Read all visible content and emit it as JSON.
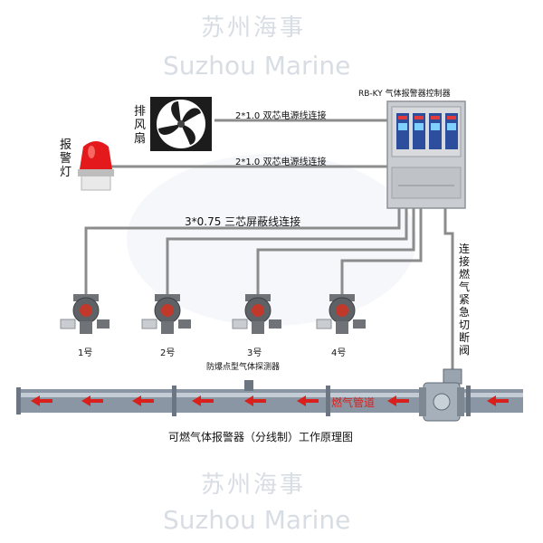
{
  "watermark": {
    "cn": "苏州海事",
    "en": "Suzhou Marine"
  },
  "controller": {
    "title": "RB-KY 气体报警器控制器"
  },
  "fan": {
    "label": "排风扇"
  },
  "alarm_light": {
    "label": "报警灯"
  },
  "cables": {
    "fan_line": "2*1.0 双芯电源线连接",
    "light_line": "2*1.0 双芯电源线连接",
    "detector_line": "3*0.75 三芯屏蔽线连接"
  },
  "valve": {
    "label": "连接燃气紧急切断阀"
  },
  "detectors": {
    "items": [
      {
        "label": "1号"
      },
      {
        "label": "2号"
      },
      {
        "label": "3号"
      },
      {
        "label": "4号"
      }
    ],
    "caption": "防爆点型气体探测器"
  },
  "pipe": {
    "label": "燃气管道"
  },
  "diagram_title": "可燃气体报警器（分线制）工作原理图",
  "colors": {
    "pipe": "#8a96a3",
    "arrow": "#d9201c",
    "wire": "#8c8c8c",
    "watermark": "#d8dde4"
  }
}
